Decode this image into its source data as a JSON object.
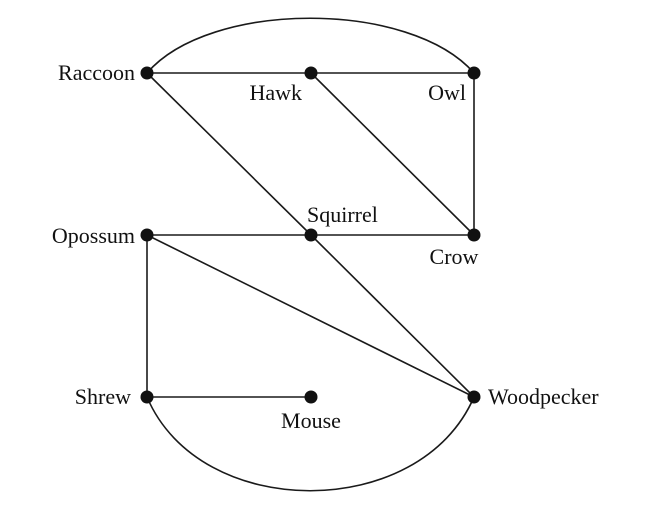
{
  "diagram": {
    "type": "graph",
    "nodes": [
      {
        "id": "raccoon",
        "label": "Raccoon"
      },
      {
        "id": "hawk",
        "label": "Hawk"
      },
      {
        "id": "owl",
        "label": "Owl"
      },
      {
        "id": "opossum",
        "label": "Opossum"
      },
      {
        "id": "squirrel",
        "label": "Squirrel"
      },
      {
        "id": "crow",
        "label": "Crow"
      },
      {
        "id": "shrew",
        "label": "Shrew"
      },
      {
        "id": "mouse",
        "label": "Mouse"
      },
      {
        "id": "woodpecker",
        "label": "Woodpecker"
      }
    ],
    "edges": [
      {
        "from": "raccoon",
        "to": "hawk"
      },
      {
        "from": "hawk",
        "to": "owl"
      },
      {
        "from": "raccoon",
        "to": "owl"
      },
      {
        "from": "owl",
        "to": "crow"
      },
      {
        "from": "hawk",
        "to": "crow"
      },
      {
        "from": "raccoon",
        "to": "squirrel"
      },
      {
        "from": "opossum",
        "to": "squirrel"
      },
      {
        "from": "squirrel",
        "to": "crow"
      },
      {
        "from": "squirrel",
        "to": "woodpecker"
      },
      {
        "from": "opossum",
        "to": "woodpecker"
      },
      {
        "from": "opossum",
        "to": "shrew"
      },
      {
        "from": "shrew",
        "to": "mouse"
      },
      {
        "from": "shrew",
        "to": "woodpecker"
      }
    ]
  }
}
